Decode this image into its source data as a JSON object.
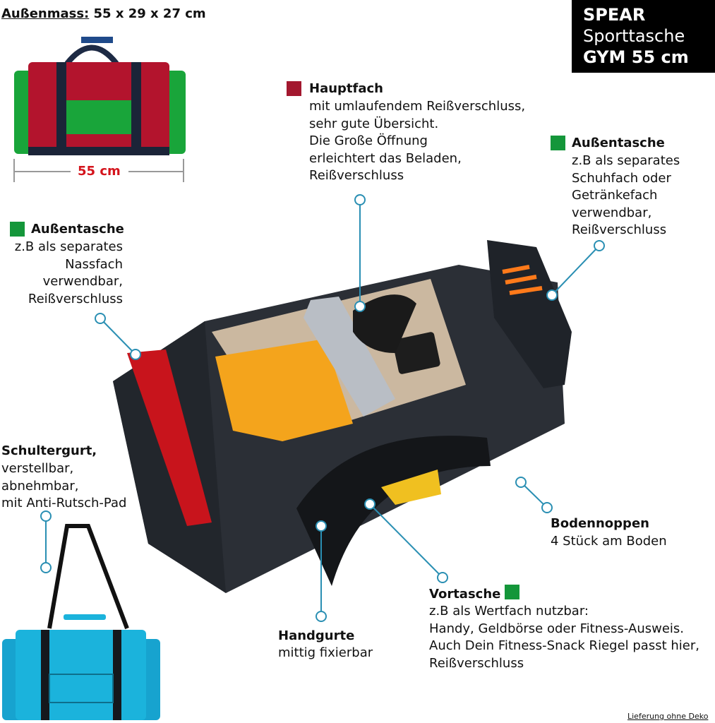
{
  "dimensions": {
    "label": "Außenmass:",
    "value": "55 x 29 x 27 cm",
    "width_label": "55 cm"
  },
  "brand": {
    "line1": "SPEAR",
    "line2": "Sporttasche",
    "line3": "GYM 55 cm"
  },
  "hauptfach": {
    "title": "Hauptfach",
    "lines": [
      "mit umlaufendem Reißverschluss,",
      "sehr gute Übersicht.",
      "Die Große Öffnung",
      "erleichtert das Beladen,",
      "Reißverschluss"
    ]
  },
  "aussentasche_right": {
    "title": "Außentasche",
    "lines": [
      "z.B als separates",
      "Schuhfach oder",
      "Getränkefach",
      "verwendbar,",
      "Reißverschluss"
    ]
  },
  "aussentasche_left": {
    "title": "Außentasche",
    "lines": [
      "z.B als separates",
      "Nassfach",
      "verwendbar,",
      "Reißverschluss"
    ]
  },
  "schultergurt": {
    "title": "Schultergurt,",
    "lines": [
      "verstellbar,",
      "abnehmbar,",
      "mit Anti-Rutsch-Pad"
    ]
  },
  "bodennoppen": {
    "title": "Bodennoppen",
    "lines": [
      "4 Stück am Boden"
    ]
  },
  "handgurte": {
    "title": "Handgurte",
    "lines": [
      "mittig fixierbar"
    ]
  },
  "vortasche": {
    "title": "Vortasche",
    "lines": [
      "z.B als Wertfach nutzbar:",
      "Handy, Geldbörse oder Fitness-Ausweis.",
      "Auch Dein Fitness-Snack Riegel passt hier,",
      "Reißverschluss"
    ]
  },
  "footer": "Lieferung ohne Deko",
  "colors": {
    "main_compartment": "#a3182f",
    "outer_pocket": "#14963a",
    "callout_line": "#2a8fb3",
    "brand_bg": "#000000"
  }
}
